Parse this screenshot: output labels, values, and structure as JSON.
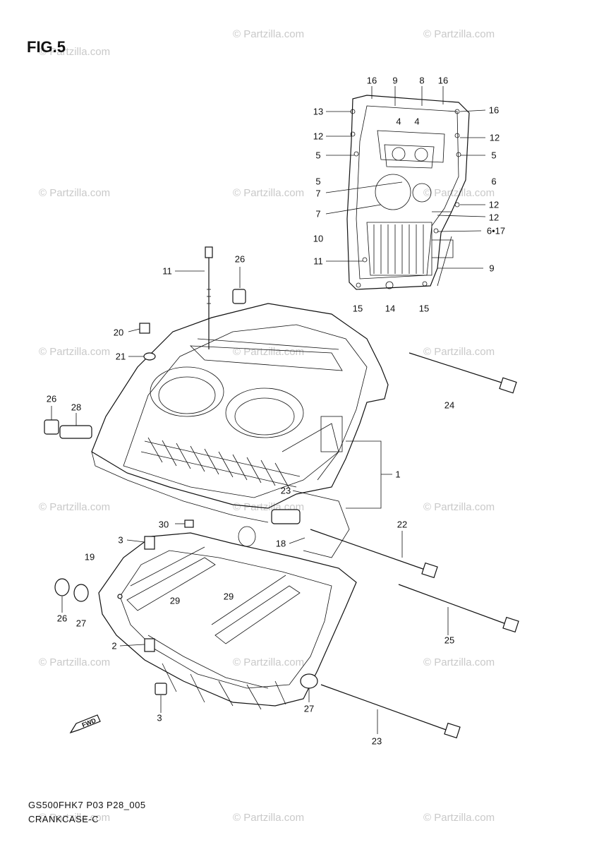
{
  "figure": {
    "title": "FIG.5"
  },
  "footer": {
    "line1": "GS500FHK7 P03 P28_005",
    "line2": "CRANKCASE-C"
  },
  "watermark": {
    "text": "© Partzilla.com"
  },
  "arrow_label": "FWD",
  "callouts": [
    {
      "id": "c16a",
      "label": "16"
    },
    {
      "id": "c9a",
      "label": "9"
    },
    {
      "id": "c8",
      "label": "8"
    },
    {
      "id": "c16b",
      "label": "16"
    },
    {
      "id": "c13",
      "label": "13"
    },
    {
      "id": "c16c",
      "label": "16"
    },
    {
      "id": "c12a",
      "label": "12"
    },
    {
      "id": "c12b",
      "label": "12"
    },
    {
      "id": "c5a",
      "label": "5"
    },
    {
      "id": "c5b",
      "label": "5"
    },
    {
      "id": "c5c",
      "label": "5"
    },
    {
      "id": "c6a",
      "label": "6"
    },
    {
      "id": "c7a",
      "label": "7"
    },
    {
      "id": "c12c",
      "label": "12"
    },
    {
      "id": "c7b",
      "label": "7"
    },
    {
      "id": "c12d",
      "label": "12"
    },
    {
      "id": "c10",
      "label": "10"
    },
    {
      "id": "c617",
      "label": "6•17"
    },
    {
      "id": "c11a",
      "label": "11"
    },
    {
      "id": "c9b",
      "label": "9"
    },
    {
      "id": "c15a",
      "label": "15"
    },
    {
      "id": "c14",
      "label": "14"
    },
    {
      "id": "c15b",
      "label": "15"
    },
    {
      "id": "c4a",
      "label": "4"
    },
    {
      "id": "c4b",
      "label": "4"
    },
    {
      "id": "c11b",
      "label": "11"
    },
    {
      "id": "c26a",
      "label": "26"
    },
    {
      "id": "c20",
      "label": "20"
    },
    {
      "id": "c21",
      "label": "21"
    },
    {
      "id": "c24",
      "label": "24"
    },
    {
      "id": "c26b",
      "label": "26"
    },
    {
      "id": "c28",
      "label": "28"
    },
    {
      "id": "c1",
      "label": "1"
    },
    {
      "id": "c23a",
      "label": "23"
    },
    {
      "id": "c30",
      "label": "30"
    },
    {
      "id": "c22",
      "label": "22"
    },
    {
      "id": "c3a",
      "label": "3"
    },
    {
      "id": "c18",
      "label": "18"
    },
    {
      "id": "c19",
      "label": "19"
    },
    {
      "id": "c29a",
      "label": "29"
    },
    {
      "id": "c29b",
      "label": "29"
    },
    {
      "id": "c26c",
      "label": "26"
    },
    {
      "id": "c27a",
      "label": "27"
    },
    {
      "id": "c25",
      "label": "25"
    },
    {
      "id": "c2",
      "label": "2"
    },
    {
      "id": "c3b",
      "label": "3"
    },
    {
      "id": "c27b",
      "label": "27"
    },
    {
      "id": "c23b",
      "label": "23"
    }
  ]
}
